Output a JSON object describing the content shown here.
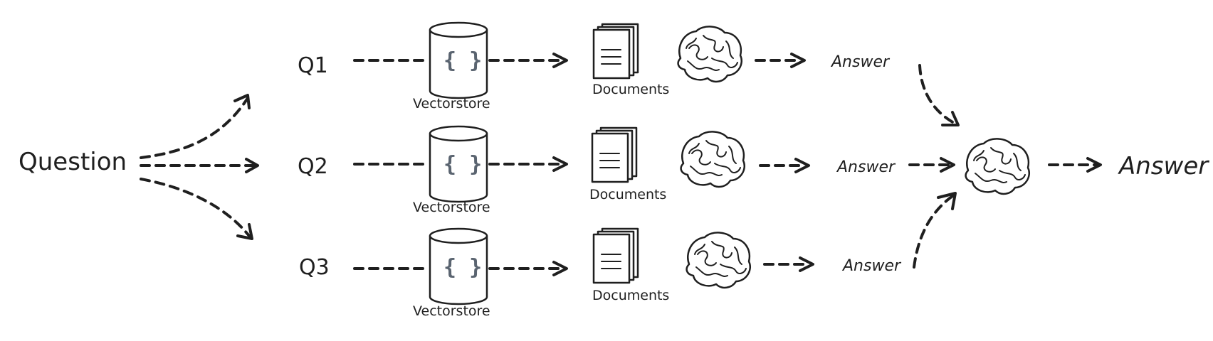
{
  "question": "Question",
  "queries": [
    {
      "label": "Q1",
      "store": "Vectorstore",
      "docs": "Documents",
      "answer": "Answer"
    },
    {
      "label": "Q2",
      "store": "Vectorstore",
      "docs": "Documents",
      "answer": "Answer"
    },
    {
      "label": "Q3",
      "store": "Vectorstore",
      "docs": "Documents",
      "answer": "Answer"
    }
  ],
  "final_answer": "Answer",
  "store_glyph": "{ }",
  "icons": {
    "store": "database-cylinder-icon",
    "docs": "documents-stack-icon",
    "llm": "brain-icon"
  }
}
